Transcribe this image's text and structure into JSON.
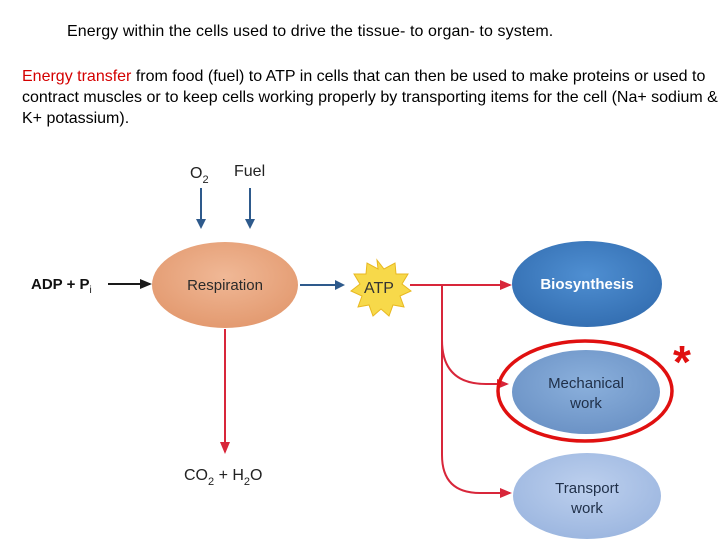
{
  "heading": "Energy within the cells used to drive the tissue- to organ- to system.",
  "intro": {
    "highlight": "Energy transfer",
    "rest": " from food (fuel) to ATP in cells that can then be used to make proteins or used to contract muscles or to keep cells working properly by transporting items for the cell (Na+ sodium & K+ potassium)."
  },
  "diagram": {
    "input_o2": "O",
    "input_o2_sub": "2",
    "input_fuel": "Fuel",
    "input_adp": "ADP + P",
    "input_adp_sub": "i",
    "respiration": "Respiration",
    "atp": "ATP",
    "output_co2": "CO",
    "output_co2_sub": "2",
    "output_plus": " + H",
    "output_h2o_sub": "2",
    "output_o": "O",
    "biosynthesis": "Biosynthesis",
    "mechanical_line1": "Mechanical",
    "mechanical_line2": "work",
    "transport_line1": "Transport",
    "transport_line2": "work",
    "asterisk": "*"
  },
  "colors": {
    "highlight_text": "#d40000",
    "respiration_fill": "#e8a47c",
    "atp_fill": "#f7d94a",
    "biosynthesis_fill": "#3f7fc4",
    "mechanical_fill": "#7aa0d0",
    "transport_fill": "#a9c1e6",
    "arrow_red": "#d8263a",
    "arrow_blue": "#2e5a8c",
    "circle_annotation": "#e01010"
  }
}
